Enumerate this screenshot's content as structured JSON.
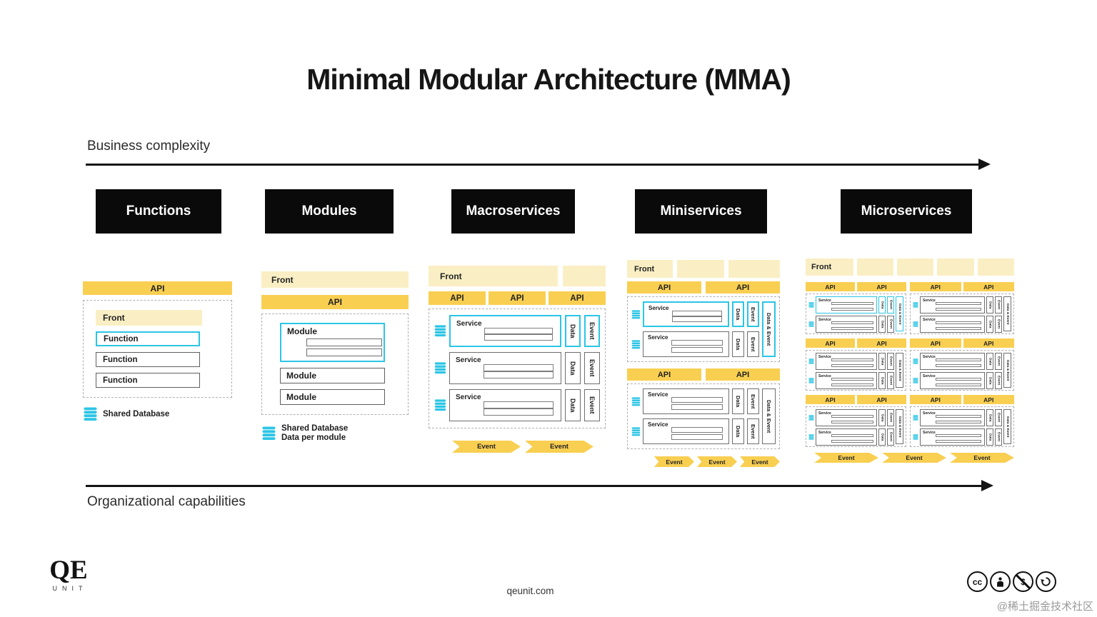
{
  "title": "Minimal Modular Architecture (MMA)",
  "axis_top": {
    "label": "Business complexity"
  },
  "axis_bottom": {
    "label": "Organizational capabilities"
  },
  "stages": [
    "Functions",
    "Modules",
    "Macroservices",
    "Miniservices",
    "Microservices"
  ],
  "labels": {
    "api": "API",
    "front": "Front",
    "function": "Function",
    "module": "Module",
    "service": "Service",
    "data": "Data",
    "event": "Event",
    "data_and_event": "Data & Event"
  },
  "captions": {
    "shared_database": "Shared Database",
    "data_per_module": "Data per module"
  },
  "footer": {
    "logo_top": "QE",
    "logo_bottom": "UNIT",
    "website": "qeunit.com",
    "watermark": "@稀土掘金技术社区",
    "license": {
      "cc_text": "cc",
      "nc_symbol": "$"
    }
  },
  "colors": {
    "accent_yellow": "#F9CF52",
    "pale_yellow": "#FAEFC4",
    "cyan": "#2BC5E5",
    "header_black": "#0A0A0A"
  },
  "icons": [
    "database-icon",
    "cc-icon",
    "cc-by-icon",
    "cc-nc-icon",
    "cc-sa-icon"
  ]
}
